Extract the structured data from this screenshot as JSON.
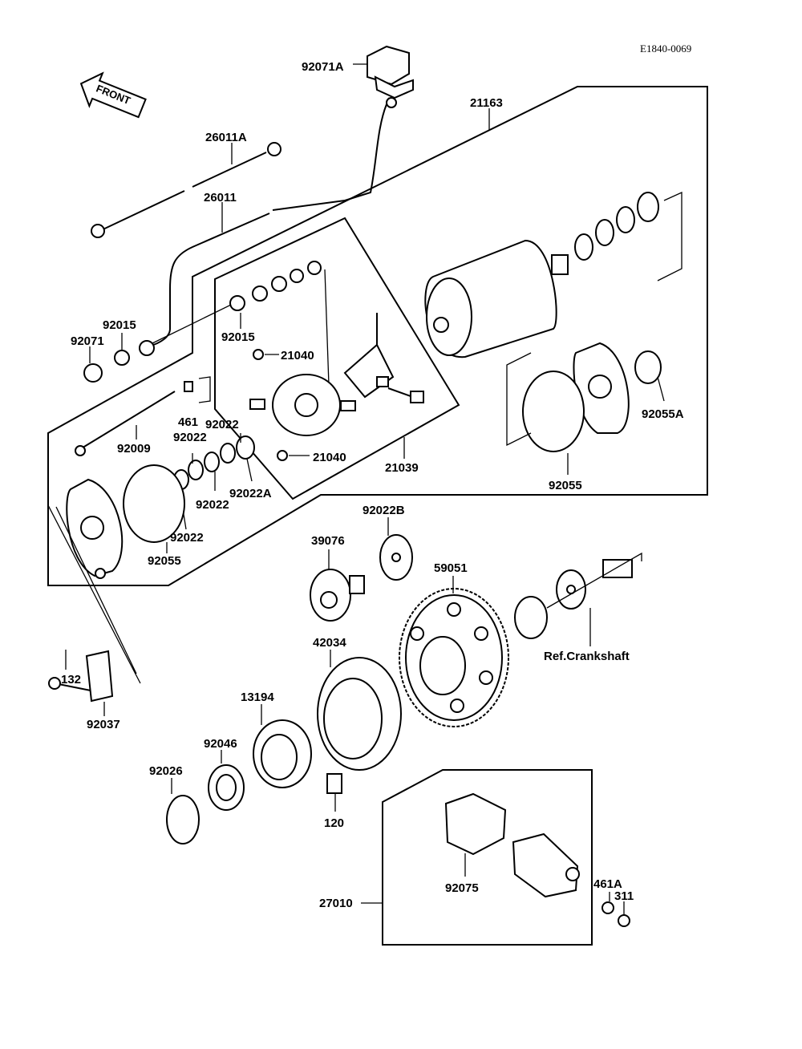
{
  "ref_code": "E1840-0069",
  "front_label": "FRONT",
  "labels": {
    "p92071A": "92071A",
    "p21163": "21163",
    "p26011A": "26011A",
    "p26011": "26011",
    "p92015a": "92015",
    "p92071": "92071",
    "p92015b": "92015",
    "p21040a": "21040",
    "p461": "461",
    "p92022a": "92022",
    "p92022b": "92022",
    "p92009": "92009",
    "p21040b": "21040",
    "p21039": "21039",
    "p92055A": "92055A",
    "p92055a": "92055",
    "p92022A": "92022A",
    "p92022c": "92022",
    "p92022d": "92022",
    "p92055b": "92055",
    "p92022B": "92022B",
    "p39076": "39076",
    "p59051": "59051",
    "p42034": "42034",
    "pRef": "Ref.Crankshaft",
    "p132": "132",
    "p92037": "92037",
    "p13194": "13194",
    "p92046": "92046",
    "p92026": "92026",
    "p120": "120",
    "p92075": "92075",
    "p461A": "461A",
    "p311": "311",
    "p27010": "27010"
  }
}
